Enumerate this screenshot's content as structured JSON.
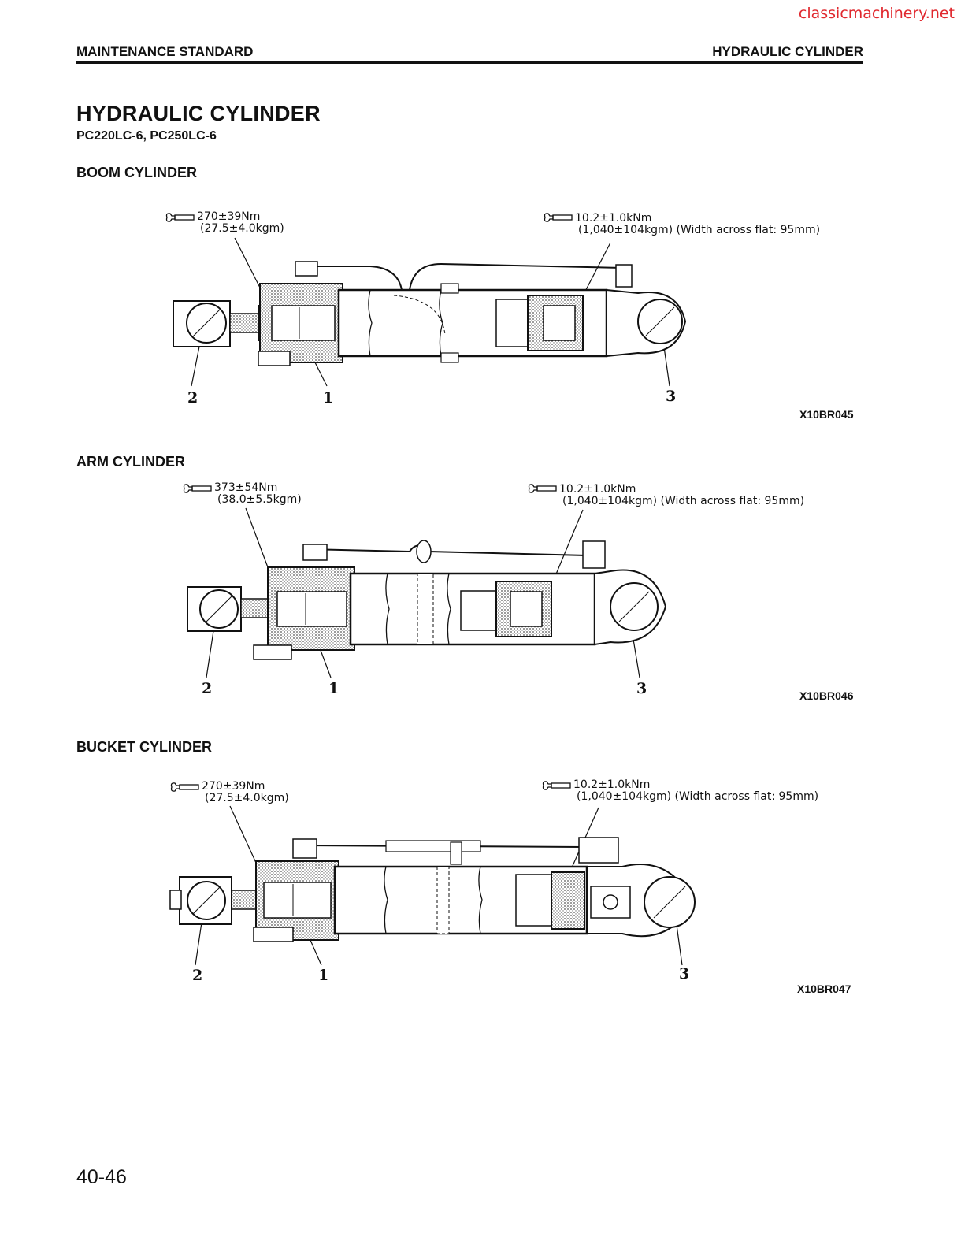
{
  "watermark": "classicmachinery.net",
  "header": {
    "left": "MAINTENANCE STANDARD",
    "right": "HYDRAULIC CYLINDER"
  },
  "title": "HYDRAULIC CYLINDER",
  "subtitle": "PC220LC-6, PC250LC-6",
  "sections": [
    {
      "title": "BOOM CYLINDER",
      "torque_left": {
        "line1": "270±39Nm",
        "line2": "(27.5±4.0kgm)"
      },
      "torque_right": {
        "line1": "10.2±1.0kNm",
        "line2": "(1,040±104kgm) (Width across flat: 95mm)"
      },
      "callouts": [
        "1",
        "2",
        "3"
      ],
      "figure_code": "X10BR045"
    },
    {
      "title": "ARM CYLINDER",
      "torque_left": {
        "line1": "373±54Nm",
        "line2": "(38.0±5.5kgm)"
      },
      "torque_right": {
        "line1": "10.2±1.0kNm",
        "line2": "(1,040±104kgm) (Width across flat: 95mm)"
      },
      "callouts": [
        "1",
        "2",
        "3"
      ],
      "figure_code": "X10BR046"
    },
    {
      "title": "BUCKET CYLINDER",
      "torque_left": {
        "line1": "270±39Nm",
        "line2": "(27.5±4.0kgm)"
      },
      "torque_right": {
        "line1": "10.2±1.0kNm",
        "line2": "(1,040±104kgm) (Width across flat: 95mm)"
      },
      "callouts": [
        "1",
        "2",
        "3"
      ],
      "figure_code": "X10BR047"
    }
  ],
  "wrench_icon": "torque-wrench-icon",
  "page_number": "40-46"
}
